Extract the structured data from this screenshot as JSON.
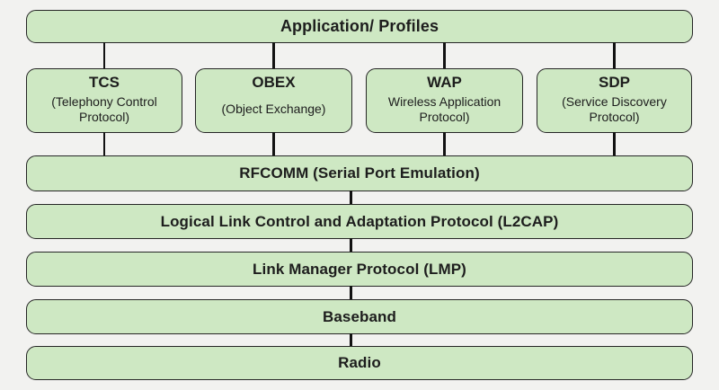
{
  "colors": {
    "background": "#f2f2f0",
    "box_fill": "#cee8c3",
    "box_border": "#262626",
    "connector": "#121212",
    "text": "#1d1d1d"
  },
  "stack": {
    "top_box": {
      "label": "Application/ Profiles"
    },
    "protocol_boxes": [
      {
        "abbr": "TCS",
        "name": "(Telephony Control Protocol)"
      },
      {
        "abbr": "OBEX",
        "name": "(Object Exchange)"
      },
      {
        "abbr": "WAP",
        "name": "Wireless Application Protocol)"
      },
      {
        "abbr": "SDP",
        "name": "(Service Discovery Protocol)"
      }
    ],
    "layers": [
      {
        "label": "RFCOMM (Serial Port Emulation)"
      },
      {
        "label": "Logical Link Control and Adaptation Protocol (L2CAP)"
      },
      {
        "label": "Link Manager Protocol (LMP)"
      },
      {
        "label": "Baseband"
      },
      {
        "label": "Radio"
      }
    ]
  }
}
